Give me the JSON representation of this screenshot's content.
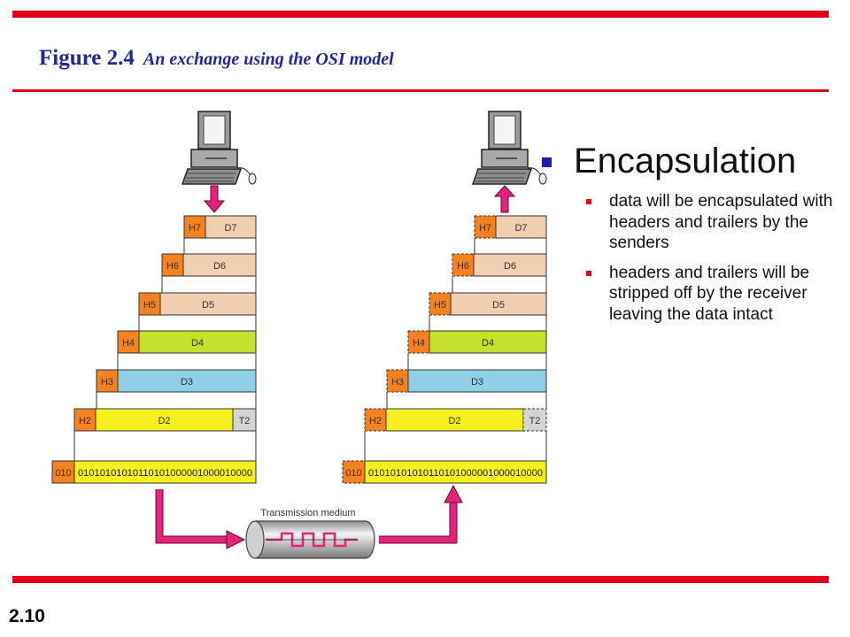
{
  "slide": {
    "figure_label": "Figure 2.4",
    "figure_caption": "An exchange using the OSI model",
    "page_number": "2.10"
  },
  "bullets": {
    "heading": "Encapsulation",
    "items": [
      "data will be encapsulated with headers and trailers by the senders",
      "headers and trailers will be stripped off by the receiver leaving the data intact"
    ]
  },
  "diagram": {
    "layers": [
      {
        "header": "H7",
        "data": "D7",
        "color": "#f0cfb0"
      },
      {
        "header": "H6",
        "data": "D6",
        "color": "#f0cfb0"
      },
      {
        "header": "H5",
        "data": "D5",
        "color": "#f0cfb0"
      },
      {
        "header": "H4",
        "data": "D4",
        "color": "#c2e02c"
      },
      {
        "header": "H3",
        "data": "D3",
        "color": "#8fd0e6"
      },
      {
        "header": "H2",
        "data": "D2",
        "color": "#f6f01e",
        "trailer": "T2"
      }
    ],
    "physical": {
      "header": "010",
      "bits": "01010101010110101000001000010000",
      "color": "#f6f01e"
    },
    "transmission_label": "Transmission medium",
    "colors": {
      "header": "#f5821e",
      "trailer": "#d4d4d4",
      "arrow": "#e6237b",
      "computer": "#a9a9a9",
      "accent_red": "#e3001b",
      "title_blue": "#24249c"
    },
    "icons": [
      "sender-computer-icon",
      "receiver-computer-icon",
      "transmission-medium-icon"
    ]
  }
}
